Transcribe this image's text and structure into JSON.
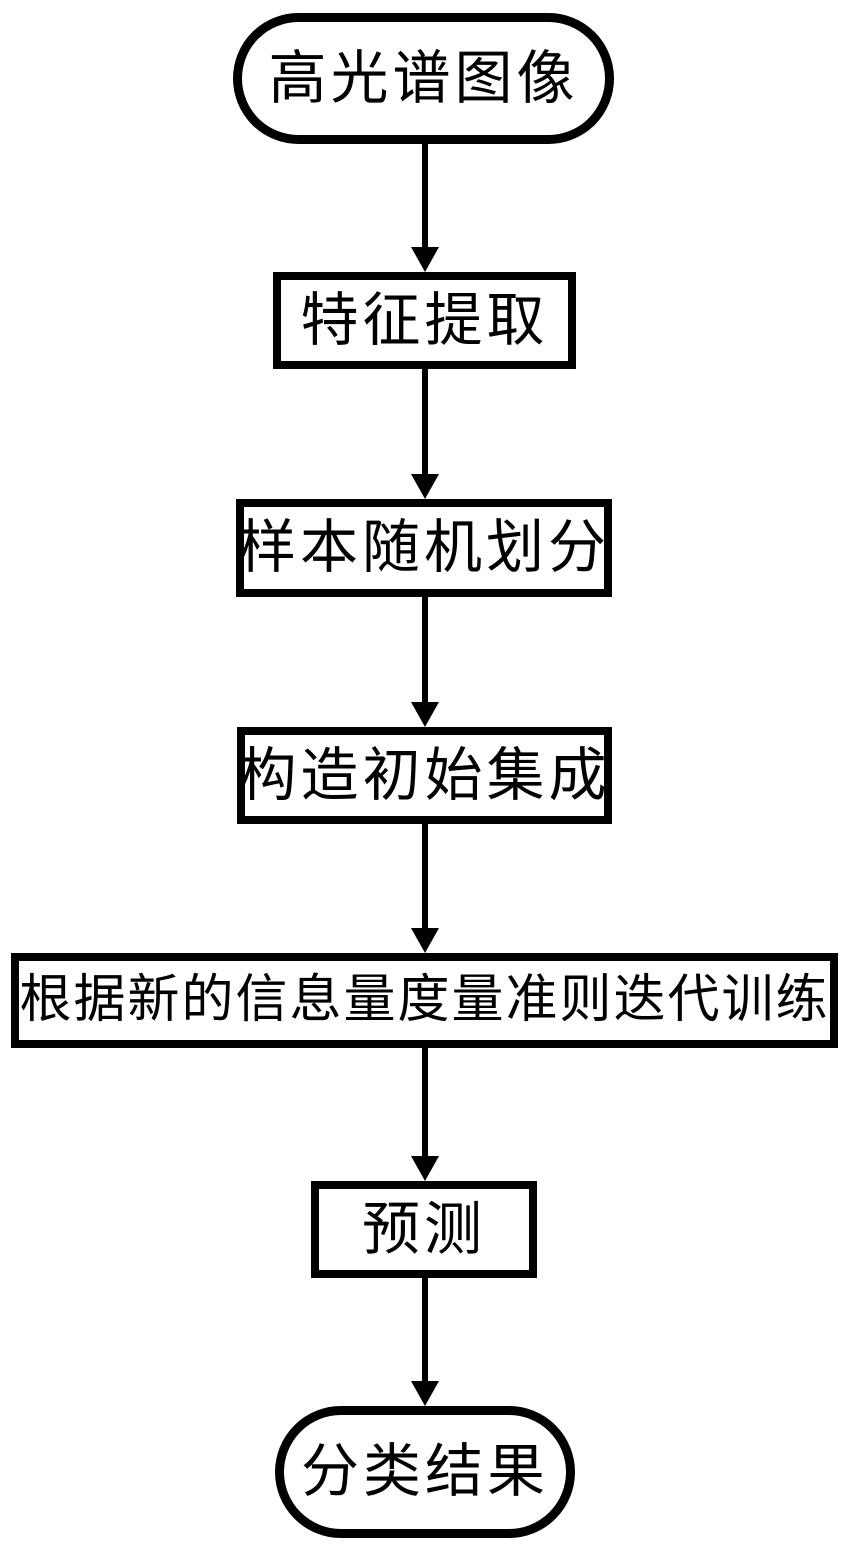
{
  "flowchart": {
    "title": "hyperspectral-image-classification-flowchart",
    "colors": {
      "stroke": "#000000",
      "fill": "#ffffff",
      "text": "#000000"
    },
    "nodes": [
      {
        "id": "hyperspectral-image",
        "type": "terminal",
        "label": "高光谱图像"
      },
      {
        "id": "feature-extraction",
        "type": "process",
        "label": "特征提取"
      },
      {
        "id": "random-sample-split",
        "type": "process",
        "label": "样本随机划分"
      },
      {
        "id": "initial-ensemble",
        "type": "process",
        "label": "构造初始集成"
      },
      {
        "id": "iterative-training",
        "type": "process",
        "label": "根据新的信息量度量准则迭代训练"
      },
      {
        "id": "prediction",
        "type": "process",
        "label": "预测"
      },
      {
        "id": "classification-result",
        "type": "terminal",
        "label": "分类结果"
      }
    ],
    "edges": [
      {
        "from": "hyperspectral-image",
        "to": "feature-extraction"
      },
      {
        "from": "feature-extraction",
        "to": "random-sample-split"
      },
      {
        "from": "random-sample-split",
        "to": "initial-ensemble"
      },
      {
        "from": "initial-ensemble",
        "to": "iterative-training"
      },
      {
        "from": "iterative-training",
        "to": "prediction"
      },
      {
        "from": "prediction",
        "to": "classification-result"
      }
    ]
  }
}
